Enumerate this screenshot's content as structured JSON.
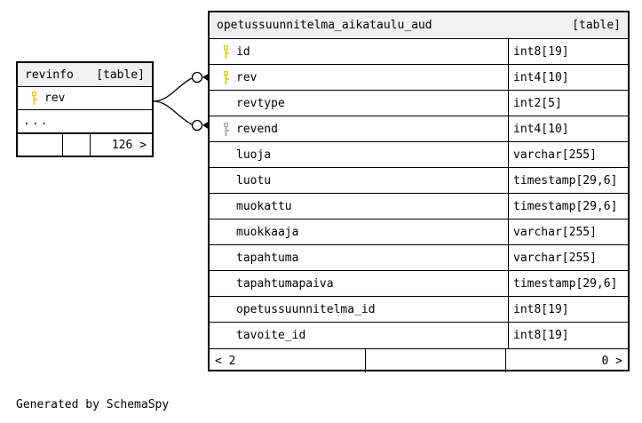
{
  "diagram": {
    "credit": "Generated by SchemaSpy",
    "table_marker": "[table]",
    "colors": {
      "primary_key": "#d7d700",
      "indexed_key": "#a9a9a9",
      "header_background": "#f0f0f0",
      "border": "#000000",
      "canvas": "#ffffff"
    }
  },
  "main_table": {
    "name": "opetussuunnitelma_aikataulu_aud",
    "marker": "[table]",
    "columns": [
      {
        "name": "id",
        "type": "int8[19]",
        "key": "primary"
      },
      {
        "name": "rev",
        "type": "int4[10]",
        "key": "primary"
      },
      {
        "name": "revtype",
        "type": "int2[5]",
        "key": "none"
      },
      {
        "name": "revend",
        "type": "int4[10]",
        "key": "indexed"
      },
      {
        "name": "luoja",
        "type": "varchar[255]",
        "key": "none"
      },
      {
        "name": "luotu",
        "type": "timestamp[29,6]",
        "key": "none"
      },
      {
        "name": "muokattu",
        "type": "timestamp[29,6]",
        "key": "none"
      },
      {
        "name": "muokkaaja",
        "type": "varchar[255]",
        "key": "none"
      },
      {
        "name": "tapahtuma",
        "type": "varchar[255]",
        "key": "none"
      },
      {
        "name": "tapahtumapaiva",
        "type": "timestamp[29,6]",
        "key": "none"
      },
      {
        "name": "opetussuunnitelma_id",
        "type": "int8[19]",
        "key": "none"
      },
      {
        "name": "tavoite_id",
        "type": "int8[19]",
        "key": "none"
      }
    ],
    "footer": {
      "left": "< 2",
      "middle": "",
      "right": "0 >"
    }
  },
  "revinfo_table": {
    "name": "revinfo",
    "marker": "[table]",
    "columns": [
      {
        "name": "rev",
        "type": "",
        "key": "primary"
      }
    ],
    "ellipsis": "...",
    "footer": {
      "left": "",
      "middle": "",
      "right": "126 >"
    }
  },
  "relationships": [
    {
      "from": "revinfo.rev",
      "to": "opetussuunnitelma_aikataulu_aud.rev"
    },
    {
      "from": "revinfo.rev",
      "to": "opetussuunnitelma_aikataulu_aud.revend"
    }
  ]
}
